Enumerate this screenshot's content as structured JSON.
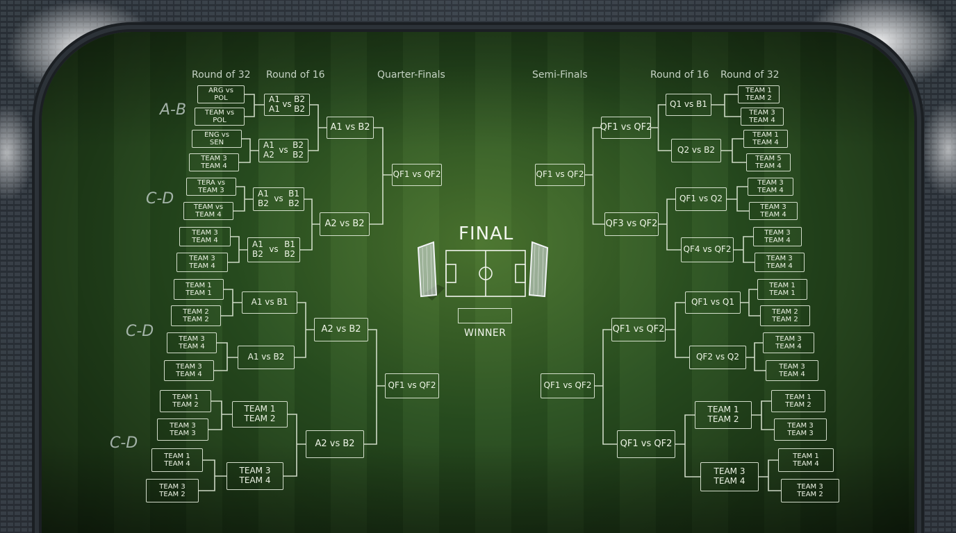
{
  "headers": {
    "left_r32": "Round of 32",
    "left_r16": "Round of 16",
    "quarter": "Quarter-Finals",
    "semi": "Semi-Finals",
    "right_r16": "Round of 16",
    "right_r32": "Round of 32"
  },
  "groups": [
    "A-B",
    "C-D",
    "C-D",
    "C-D"
  ],
  "final": {
    "title": "FINAL",
    "winner": "WINNER"
  },
  "left": {
    "r32": [
      [
        "ARG vs",
        "POL"
      ],
      [
        "TEAM vs",
        "POL"
      ],
      [
        "ENG vs",
        "SEN"
      ],
      [
        "TEAM 3",
        "TEAM 4"
      ],
      [
        "TERA vs",
        "TEAM 3"
      ],
      [
        "TEAM vs",
        "TEAM 4"
      ],
      [
        "TEAM 3",
        "TEAM 4"
      ],
      [
        "TEAM 3",
        "TEAM 4"
      ],
      [
        "TEAM 1",
        "TEAM 1"
      ],
      [
        "TEAM 2",
        "TEAM 2"
      ],
      [
        "TEAM 3",
        "TEAM 4"
      ],
      [
        "TEAM 3",
        "TEAM 4"
      ],
      [
        "TEAM 1",
        "TEAM 2"
      ],
      [
        "TEAM 3",
        "TEAM 3"
      ],
      [
        "TEAM 1",
        "TEAM 4"
      ],
      [
        "TEAM 3",
        "TEAM 2"
      ]
    ],
    "r16": [
      [
        "A1",
        "B2",
        "A1",
        "B2"
      ],
      [
        "A1",
        "B2",
        "A2",
        "B2"
      ],
      [
        "A1",
        "B1",
        "B2",
        "B2"
      ],
      [
        "A1",
        "B1",
        "B2",
        "B2"
      ],
      "A1 vs B1",
      "A1 vs B2",
      [
        "TEAM 1",
        "TEAM 2"
      ],
      [
        "TEAM 3",
        "TEAM 4"
      ]
    ],
    "qf": [
      "A1 vs B2",
      "A2 vs B2",
      "A2 vs B2",
      "A2 vs B2"
    ],
    "sf": [
      "QF1 vs QF2",
      "QF1 vs QF2"
    ]
  },
  "right": {
    "sf": [
      "QF1 vs QF2",
      "QF1 vs QF2"
    ],
    "qf": [
      "QF1 vs QF2",
      "QF3 vs QF2",
      "QF1 vs QF2",
      "QF1 vs QF2"
    ],
    "r16": [
      "Q1 vs B1",
      "Q2 vs B2",
      "QF1 vs Q2",
      "QF4 vs QF2",
      "QF1 vs Q1",
      "QF2 vs Q2",
      [
        "TEAM 1",
        "TEAM 2"
      ],
      [
        "TEAM 3",
        "TEAM 4"
      ]
    ],
    "r32": [
      [
        "TEAM 1",
        "TEAM 2"
      ],
      [
        "TEAM 3",
        "TEAM 4"
      ],
      [
        "TEAM 1",
        "TEAM 4"
      ],
      [
        "TEAM 5",
        "TEAM 4"
      ],
      [
        "TEAM 3",
        "TEAM 4"
      ],
      [
        "TEAM 3",
        "TEAM 4"
      ],
      [
        "TEAM 3",
        "TEAM 4"
      ],
      [
        "TEAM 3",
        "TEAM 4"
      ],
      [
        "TEAM 1",
        "TEAM 1"
      ],
      [
        "TEAM 2",
        "TEAM 2"
      ],
      [
        "TEAM 3",
        "TEAM 4"
      ],
      [
        "TEAM 3",
        "TEAM 4"
      ],
      [
        "TEAM 1",
        "TEAM 2"
      ],
      [
        "TEAM 3",
        "TEAM 3"
      ],
      [
        "TEAM 1",
        "TEAM 4"
      ],
      [
        "TEAM 3",
        "TEAM 2"
      ]
    ]
  },
  "colors": {
    "line": "#ecf4e4",
    "pitch_dark": "#264a1e",
    "pitch_light": "#2f5525",
    "stands": "#2c3238"
  }
}
